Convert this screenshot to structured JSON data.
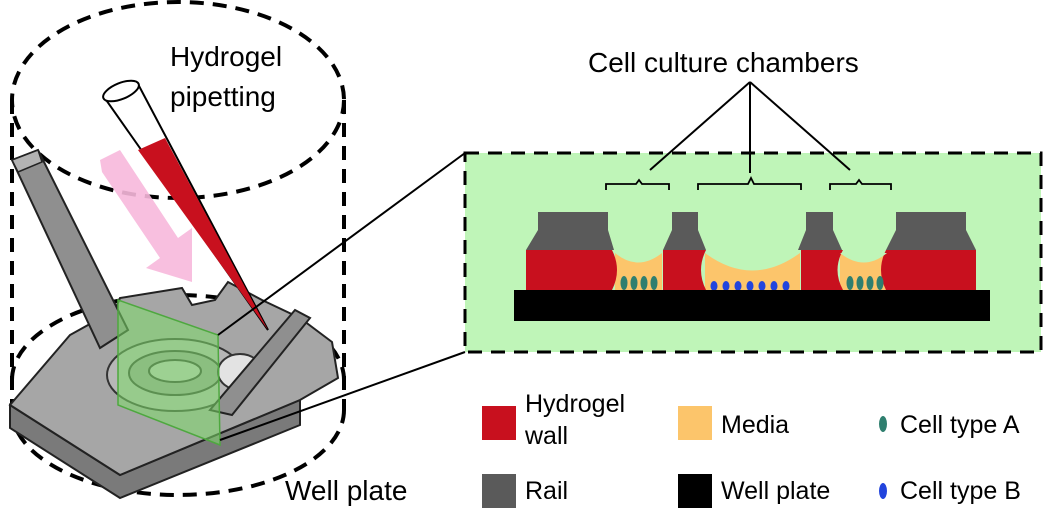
{
  "labels": {
    "hydrogel_pipetting_line1": "Hydrogel",
    "hydrogel_pipetting_line2": "pipetting",
    "well_plate": "Well plate",
    "cell_culture_chambers": "Cell culture chambers"
  },
  "legend": [
    {
      "key": "hydrogel_wall",
      "line1": "Hydrogel",
      "line2": "wall",
      "color": "#c8101e"
    },
    {
      "key": "media",
      "line1": "Media",
      "color": "#fcc56b"
    },
    {
      "key": "cell_type_a",
      "line1": "Cell type A",
      "color": "#2f7f6f"
    },
    {
      "key": "rail",
      "line1": "Rail",
      "color": "#5a5a5a"
    },
    {
      "key": "well_plate",
      "line1": "Well plate",
      "color": "#000000"
    },
    {
      "key": "cell_type_b",
      "line1": "Cell type B",
      "color": "#2244dd"
    }
  ],
  "colors": {
    "hydrogel": "#c8101e",
    "media": "#fcc56b",
    "rail": "#5a5a5a",
    "plate": "#000000",
    "cell_a": "#2f7f6f",
    "cell_b": "#2244dd",
    "section_bg": "#bff5b8",
    "device_gray": "#9a9a9a",
    "arrow_pink": "#f7b8dc"
  }
}
